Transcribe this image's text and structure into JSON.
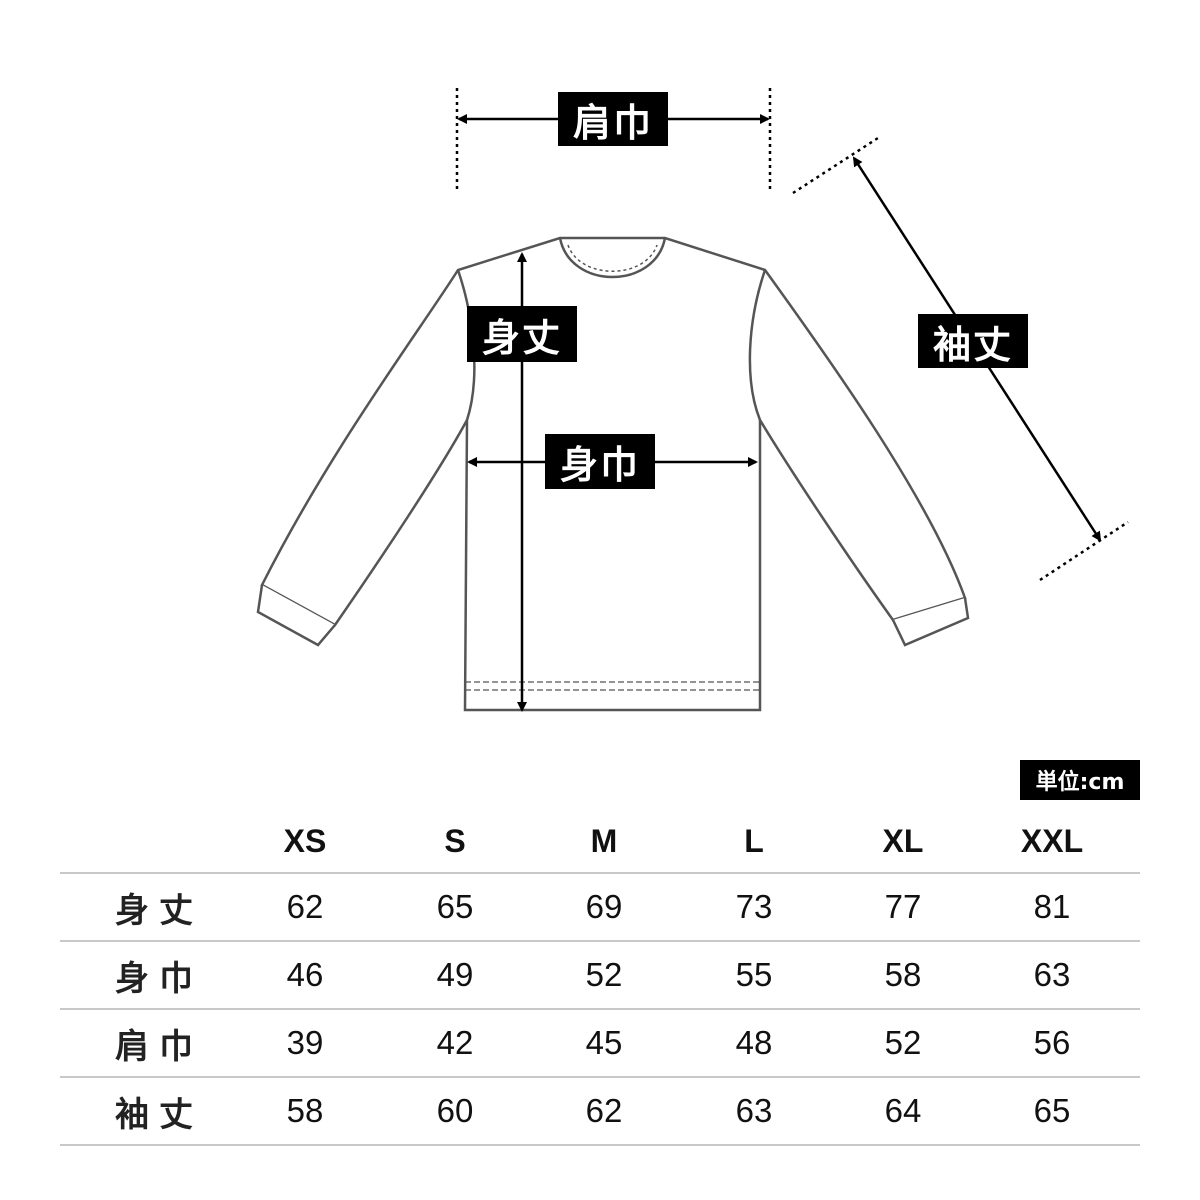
{
  "diagram": {
    "labels": {
      "shoulder_width": "肩巾",
      "body_length": "身丈",
      "body_width": "身巾",
      "sleeve_length": "袖丈"
    },
    "unit": "単位:cm"
  },
  "table": {
    "sizes": [
      "XS",
      "S",
      "M",
      "L",
      "XL",
      "XXL"
    ],
    "rows": [
      {
        "label": "身丈",
        "values": [
          "62",
          "65",
          "69",
          "73",
          "77",
          "81"
        ]
      },
      {
        "label": "身巾",
        "values": [
          "46",
          "49",
          "52",
          "55",
          "58",
          "63"
        ]
      },
      {
        "label": "肩巾",
        "values": [
          "39",
          "42",
          "45",
          "48",
          "52",
          "56"
        ]
      },
      {
        "label": "袖丈",
        "values": [
          "58",
          "60",
          "62",
          "63",
          "64",
          "65"
        ]
      }
    ]
  }
}
